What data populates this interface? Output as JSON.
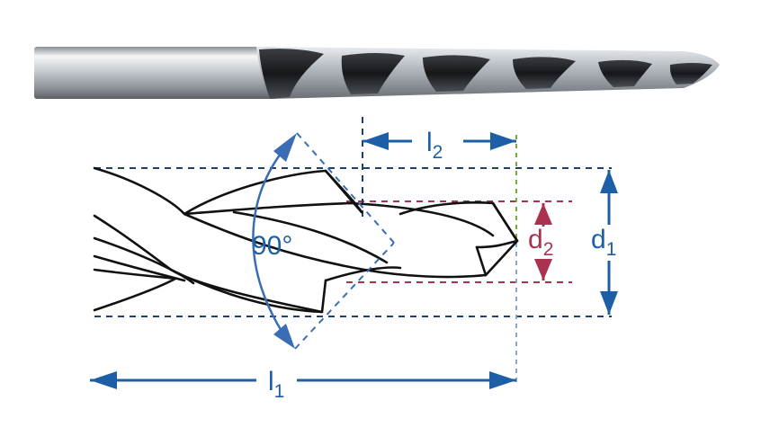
{
  "labels": {
    "angle": "90°",
    "l2": {
      "main": "l",
      "sub": "2"
    },
    "l1": {
      "main": "l",
      "sub": "1"
    },
    "d2": {
      "main": "d",
      "sub": "2"
    },
    "d1": {
      "main": "d",
      "sub": "1"
    }
  },
  "colors": {
    "blue_dim": "#1d5fa6",
    "navy_dash": "#1f3f6e",
    "red": "#a8324f",
    "green": "#6fb03a",
    "light_blue_dash": "#8aa6c8",
    "angle_blue": "#3b6db5",
    "drill_line": "#111111"
  }
}
